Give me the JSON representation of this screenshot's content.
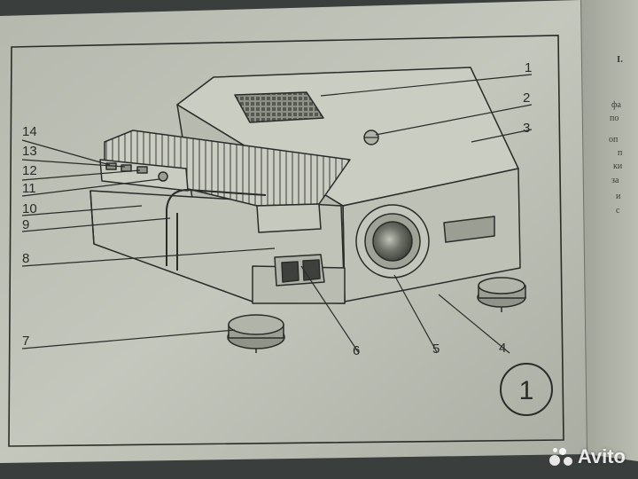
{
  "document": {
    "figure_number": "1",
    "callouts": [
      "1",
      "2",
      "3",
      "4",
      "5",
      "6",
      "7",
      "8",
      "9",
      "10",
      "11",
      "12",
      "13",
      "14"
    ]
  },
  "side_page": {
    "heading": "I.",
    "line_starts": [
      "фа",
      "по",
      "оп",
      "п",
      "ки",
      "за",
      "и",
      "с"
    ]
  },
  "watermark": {
    "brand": "Avito"
  },
  "colors": {
    "paper": "#bfc3b8",
    "ink": "#2a2c2a",
    "background": "#3a3e3c"
  }
}
